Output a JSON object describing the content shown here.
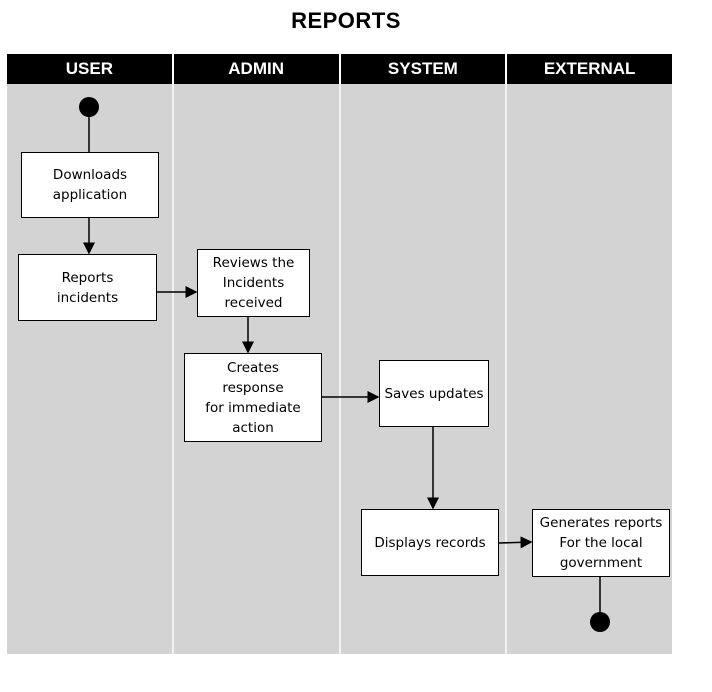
{
  "title": "REPORTS",
  "lanes": [
    "USER",
    "ADMIN",
    "SYSTEM",
    "EXTERNAL"
  ],
  "nodes": {
    "downloads": "Downloads\napplication",
    "reports": "Reports\nincidents",
    "reviews": "Reviews the\nIncidents\nreceived",
    "creates": "Creates\nresponse\nfor immediate\naction",
    "saves": "Saves updates",
    "displays": "Displays records",
    "generates": "Generates reports\nFor the local\ngovernment"
  }
}
